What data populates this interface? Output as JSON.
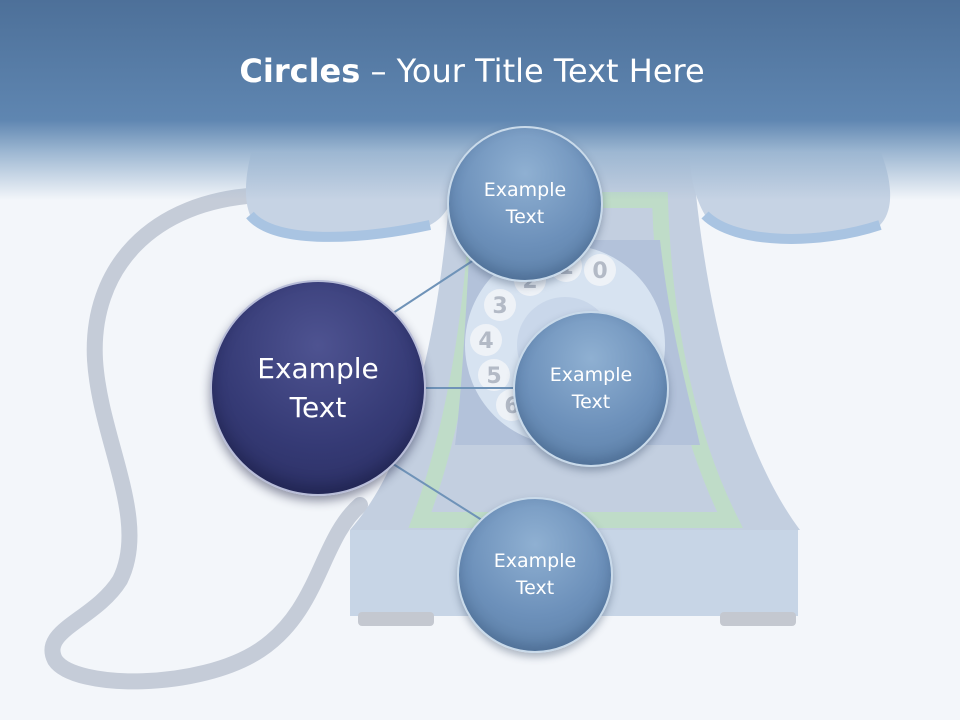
{
  "slide": {
    "title_bold": "Circles",
    "title_rest": " – Your Title Text Here"
  },
  "diagram": {
    "center": {
      "label": "Example Text"
    },
    "nodes": [
      {
        "label": "Example Text"
      },
      {
        "label": "Example Text"
      },
      {
        "label": "Example Text"
      }
    ],
    "dial_digits": [
      "0",
      "1",
      "2",
      "3",
      "4",
      "5",
      "6"
    ]
  },
  "colors": {
    "header": "#5f86b1",
    "center_circle": "#353a75",
    "node_circle": "#6c90ba",
    "connector": "#6f93b8",
    "background": "#f3f6fa"
  }
}
